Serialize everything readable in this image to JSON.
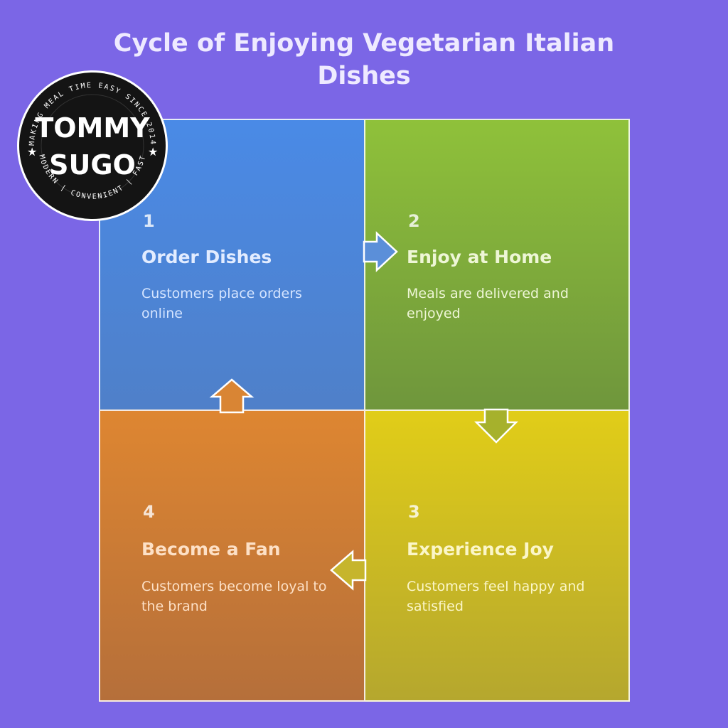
{
  "title": "Cycle of Enjoying Vegetarian Italian Dishes",
  "steps": [
    {
      "number": "1",
      "heading": "Order Dishes",
      "description": "Customers place orders online",
      "color": "#4a8ae6"
    },
    {
      "number": "2",
      "heading": "Enjoy at Home",
      "description": "Meals are delivered and enjoyed",
      "color": "#8fc13a"
    },
    {
      "number": "3",
      "heading": "Experience Joy",
      "description": "Customers feel happy and satisfied",
      "color": "#e1cd18"
    },
    {
      "number": "4",
      "heading": "Become a Fan",
      "description": "Customers become loyal to the brand",
      "color": "#de8631"
    }
  ],
  "logo": {
    "line1": "TOMMY",
    "line2": "SUGO",
    "top_text": "MAKING MEAL TIME EASY SINCE 2014",
    "bottom_text": "MODERN | CONVENIENT | FAST"
  },
  "background": "#7b66e6"
}
